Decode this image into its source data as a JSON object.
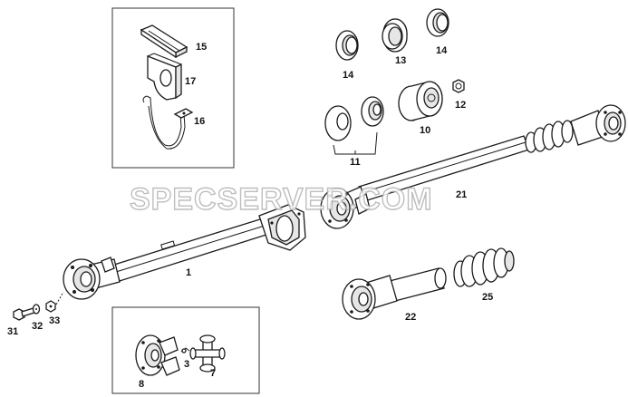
{
  "watermark": "SPECSERVER.COM",
  "callouts": {
    "p1": "1",
    "p3": "3",
    "p7": "7",
    "p8": "8",
    "p10": "10",
    "p11": "11",
    "p12": "12",
    "p13": "13",
    "p14a": "14",
    "p14b": "14",
    "p15": "15",
    "p16": "16",
    "p17": "17",
    "p21": "21",
    "p22": "22",
    "p25": "25",
    "p31": "31",
    "p32": "32",
    "p33": "33"
  },
  "colors": {
    "line": "#1a1a1a",
    "watermark_stroke": "#b3b3b3"
  }
}
